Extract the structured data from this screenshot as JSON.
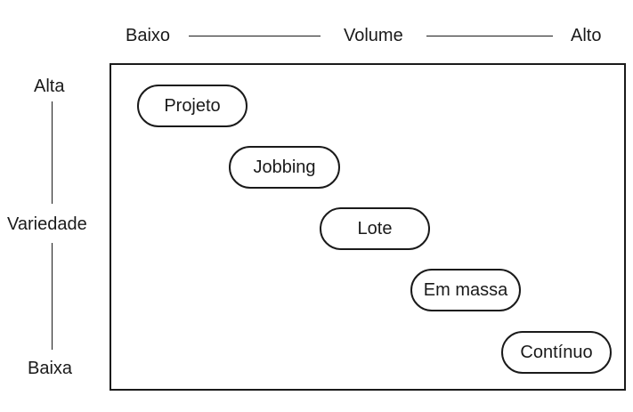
{
  "volume_axis": {
    "low": "Baixo",
    "title": "Volume",
    "high": "Alto"
  },
  "variety_axis": {
    "high": "Alta",
    "title": "Variedade",
    "low": "Baixa"
  },
  "process_types": [
    "Projeto",
    "Jobbing",
    "Lote",
    "Em massa",
    "Contínuo"
  ]
}
